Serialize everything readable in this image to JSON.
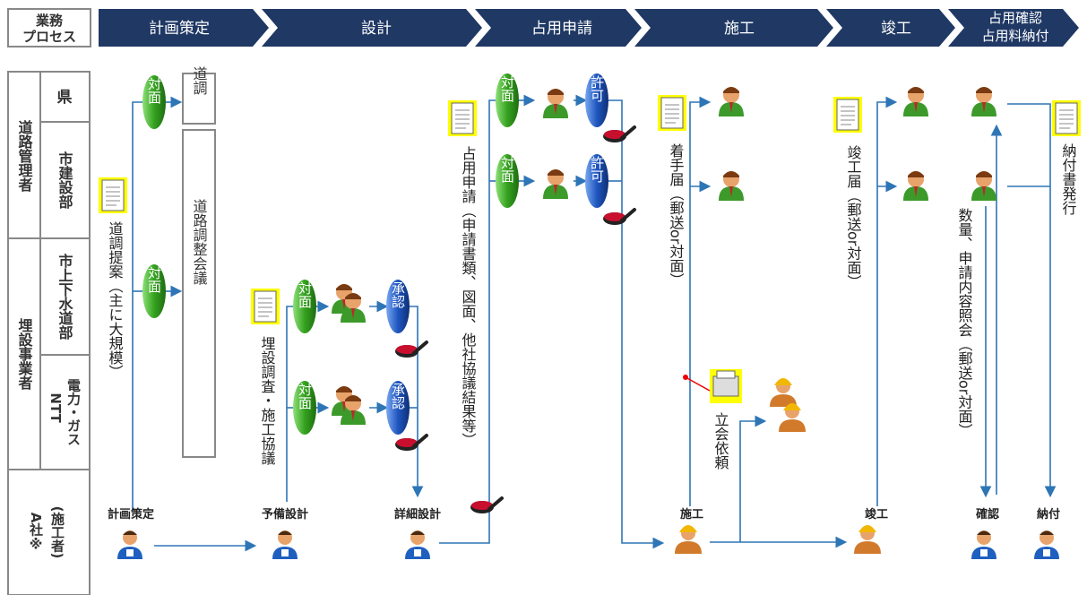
{
  "header": {
    "process_label_1": "業務",
    "process_label_2": "プロセス",
    "stages": [
      "計画策定",
      "設計",
      "占用申請",
      "施工",
      "竣工",
      "占用確認",
      "占用料納付"
    ]
  },
  "left_labels": {
    "road_manager": "道路管理者",
    "prefecture": "県",
    "city_construction": "市建設部",
    "utility_operator": "埋設事業者",
    "city_water": "市上下水道部",
    "power_gas_ntt_1": "電力・ガス",
    "power_gas_ntt_2": "NTT",
    "company_a": "A社※",
    "company_a_sub": "(施工者)"
  },
  "ovals": {
    "face_to_face": "対面",
    "approval": "承認",
    "permission": "許可"
  },
  "boxes": {
    "road_coord_short": "道調",
    "road_coord_meeting": "道路調整会議"
  },
  "vertical_labels": {
    "proposal": "道調提案（主に大規模）",
    "survey": "埋設調査・施工協議",
    "application": "占用申請（申請書類、図面、他社協議結果等）",
    "start_notice": "着手届（郵送or対面）",
    "witness_request": "立会依頼",
    "completion_notice": "竣工届（郵送or対面）",
    "inquiry": "数量、申請内容照会（郵送or対面）",
    "invoice": "納付書発行"
  },
  "bottom_labels": {
    "plan": "計画策定",
    "prelim": "予備設計",
    "detail": "詳細設計",
    "construction": "施工",
    "completion": "竣工",
    "confirm": "確認",
    "payment": "納付"
  },
  "colors": {
    "header_navy": "#1f3864",
    "arrow_blue": "#2e75b6",
    "green_oval": "#3aa52a",
    "blue_oval": "#1f5fbf"
  }
}
